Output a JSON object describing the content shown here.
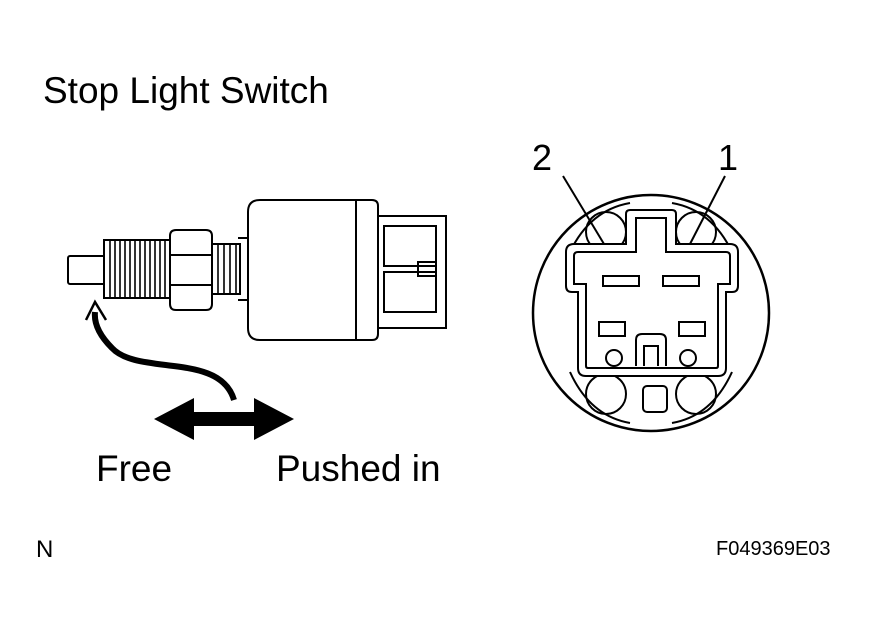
{
  "diagram": {
    "title": "Stop Light Switch",
    "labels": {
      "free": "Free",
      "pushed_in": "Pushed in"
    },
    "terminals": {
      "pin_2": "2",
      "pin_1": "1"
    },
    "corner_mark": "N",
    "figure_code": "F049369E03"
  }
}
